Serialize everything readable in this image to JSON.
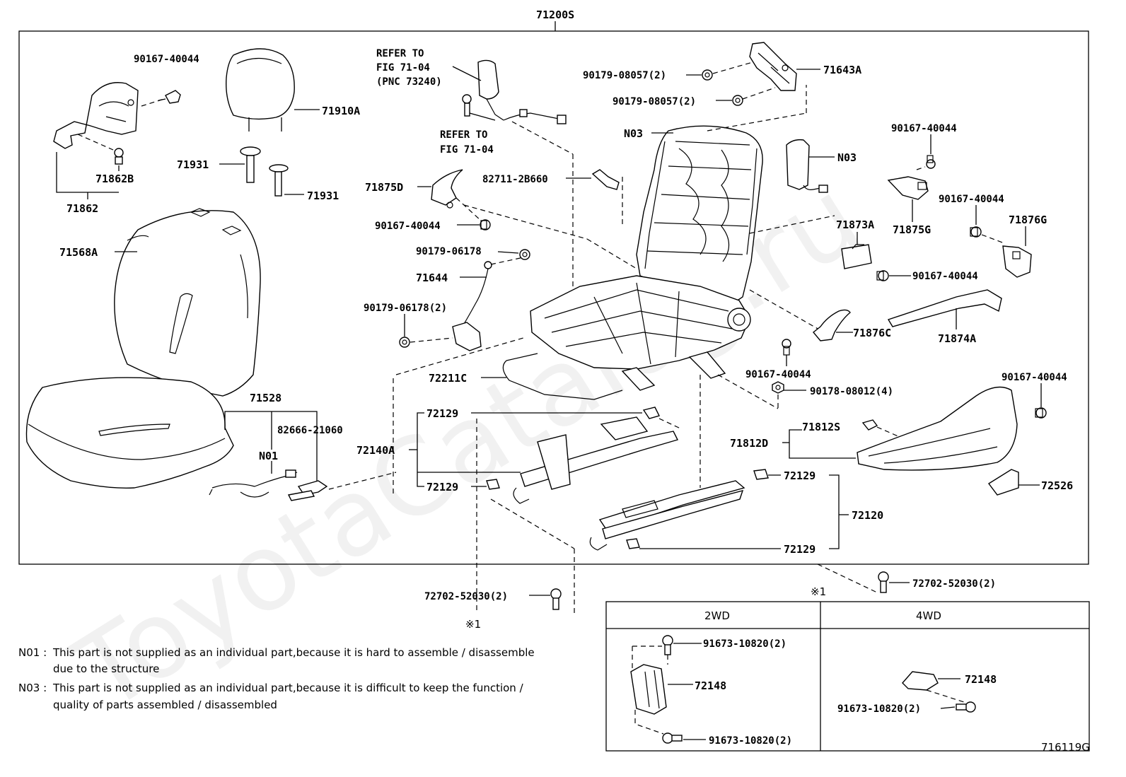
{
  "diagram": {
    "assembly_label": "71200S",
    "watermark": "ToyotaCatalog.ru",
    "figure_code": "716119G",
    "labels": {
      "p90167_40044_a": "90167-40044",
      "p71910A": "71910A",
      "p71862B": "71862B",
      "p71862": "71862",
      "p71931_a": "71931",
      "p71931_b": "71931",
      "p71568A": "71568A",
      "p71528": "71528",
      "p82666_21060": "82666-21060",
      "pN01": "N01",
      "pRefer1_a": "REFER TO",
      "pRefer1_b": "FIG 71-04",
      "pRefer1_c": "(PNC 73240)",
      "pRefer2_a": "REFER TO",
      "pRefer2_b": "FIG 71-04",
      "p71875D": "71875D",
      "p82711_2B660": "82711-2B660",
      "p90167_40044_b": "90167-40044",
      "p90179_06178": "90179-06178",
      "p71644": "71644",
      "p90179_06178_2": "90179-06178(2)",
      "p72211C": "72211C",
      "p72129_a": "72129",
      "p72129_b": "72129",
      "p72140A": "72140A",
      "p90179_08057_a": "90179-08057(2)",
      "p90179_08057_b": "90179-08057(2)",
      "p71643A": "71643A",
      "pN03_a": "N03",
      "pN03_b": "N03",
      "p90167_40044_c": "90167-40044",
      "p90167_40044_d": "90167-40044",
      "p71875G": "71875G",
      "p71873A": "71873A",
      "p71876G": "71876G",
      "p90167_40044_e": "90167-40044",
      "p71876C": "71876C",
      "p71874A": "71874A",
      "p90167_40044_f": "90167-40044",
      "p90178_08012": "90178-08012(4)",
      "p90167_40044_g": "90167-40044",
      "p71812S": "71812S",
      "p71812D": "71812D",
      "p72526": "72526",
      "p72129_c": "72129",
      "p72129_d": "72129",
      "p72120": "72120",
      "p72702_52030_a": "72702-52030(2)",
      "p72702_52030_b": "72702-52030(2)",
      "pmark_a": "※1",
      "pmark_b": "※1"
    },
    "variant_table": {
      "col_2wd": "2WD",
      "col_4wd": "4WD",
      "p91673_a": "91673-10820(2)",
      "p91673_b": "91673-10820(2)",
      "p91673_c": "91673-10820(2)",
      "p72148_a": "72148",
      "p72148_b": "72148"
    },
    "notes": [
      {
        "code": "N01 :",
        "line1": "This part is not supplied as an individual part,because it is hard to assemble / disassemble",
        "line2": "due to the structure"
      },
      {
        "code": "N03 :",
        "line1": "This part is not supplied as an individual part,because it is difficult to keep the function /",
        "line2": "quality of parts assembled / disassembled"
      }
    ]
  }
}
